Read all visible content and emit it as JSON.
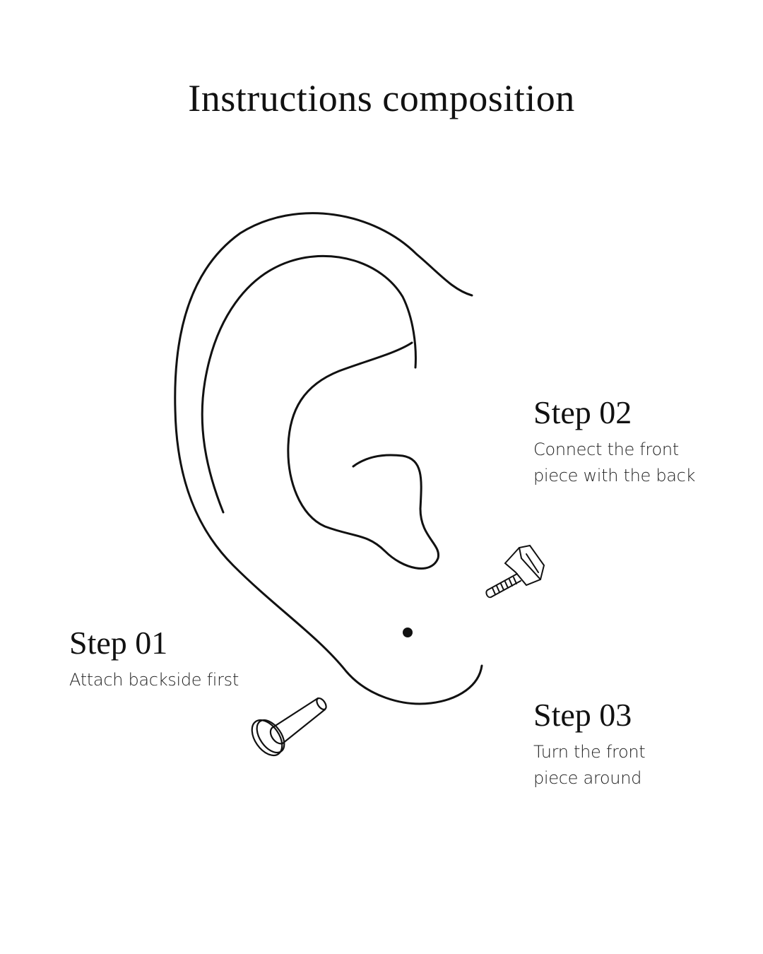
{
  "title": "Instructions composition",
  "steps": [
    {
      "heading": "Step 01",
      "line1": "Attach backside first",
      "line2": ""
    },
    {
      "heading": "Step 02",
      "line1": "Connect the front",
      "line2": "piece with the back"
    },
    {
      "heading": "Step 03",
      "line1": "Turn the front",
      "line2": "piece around"
    }
  ],
  "colors": {
    "stroke": "#111111",
    "background": "#ffffff"
  }
}
